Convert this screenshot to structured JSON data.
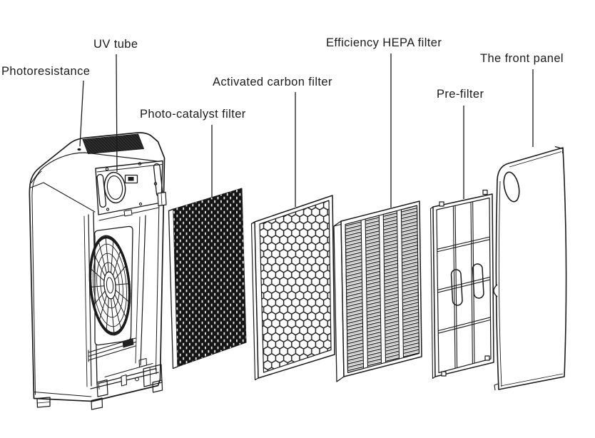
{
  "diagram": {
    "labels": {
      "photoresistance": "Photoresistance",
      "uv_tube": "UV tube",
      "photo_catalyst_filter": "Photo-catalyst filter",
      "activated_carbon_filter": "Activated carbon filter",
      "efficiency_hepa_filter": "Efficiency HEPA filter",
      "pre_filter": "Pre-filter",
      "front_panel": "The front panel"
    },
    "colors": {
      "line": "#1b1b1b",
      "background": "#ffffff",
      "vent_fill": "#1e1e1e",
      "catalyst_fill": "#151515"
    }
  }
}
